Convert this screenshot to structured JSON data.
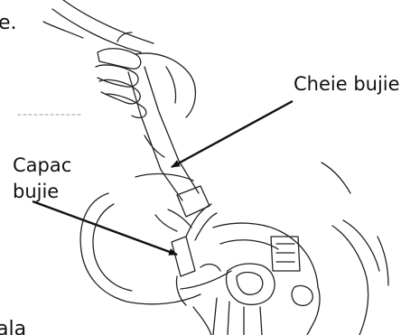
{
  "figure": {
    "label_wrench": "Cheie bujie",
    "label_cap_line1": "Capac",
    "label_cap_line2": "bujie",
    "fragment_top": "e.",
    "fragment_bottom": "ala"
  },
  "colors": {
    "ink": "#111111",
    "background": "#ffffff"
  }
}
